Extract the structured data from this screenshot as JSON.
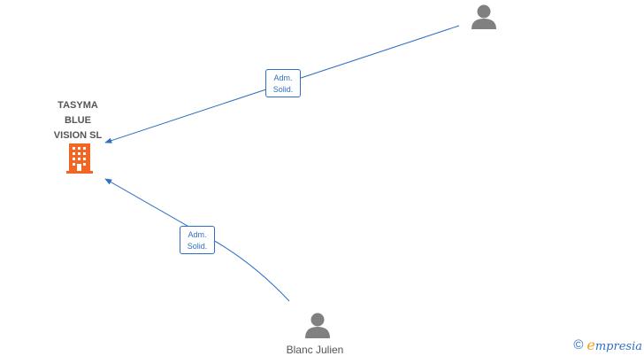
{
  "company": {
    "name": "TASYMA\nBLUE\nVISION  SL",
    "icon": "building-icon",
    "color": "#f26522"
  },
  "persons": [
    {
      "name": "",
      "icon": "person-icon"
    },
    {
      "name": "Blanc Julien",
      "icon": "person-icon"
    }
  ],
  "edges": [
    {
      "line1": "Adm.",
      "line2": "Solid."
    },
    {
      "line1": "Adm.",
      "line2": "Solid."
    }
  ],
  "colors": {
    "edge": "#2e6fc4",
    "person": "#808080",
    "text": "#555555"
  },
  "footer": {
    "copyright_symbol": "©",
    "brand_first": "e",
    "brand_rest": "mpresia"
  }
}
